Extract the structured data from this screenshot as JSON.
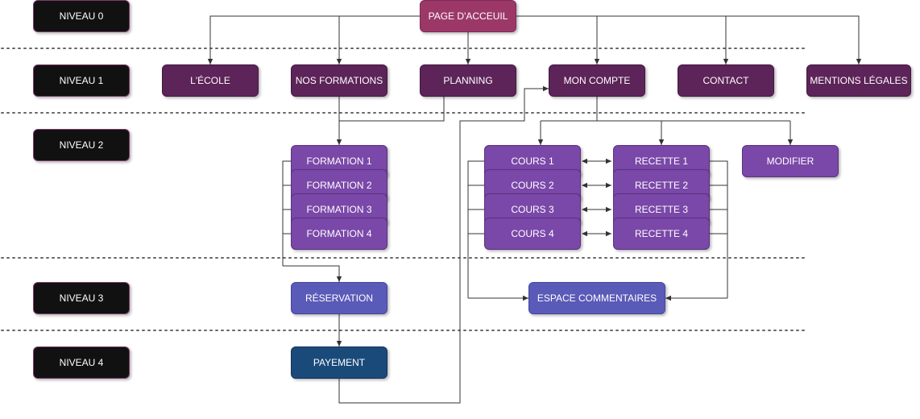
{
  "levels": [
    "NIVEAU 0",
    "NIVEAU 1",
    "NIVEAU 2",
    "NIVEAU 3",
    "NIVEAU 4"
  ],
  "home": "PAGE D'ACCEUIL",
  "level1": {
    "ecole": "L'ÉCOLE",
    "formations": "NOS FORMATIONS",
    "planning": "PLANNING",
    "compte": "MON COMPTE",
    "contact": "CONTACT",
    "mentions": "MENTIONS LÉGALES"
  },
  "formations": [
    "FORMATION 1",
    "FORMATION 2",
    "FORMATION 3",
    "FORMATION 4"
  ],
  "cours": [
    "COURS 1",
    "COURS 2",
    "COURS 3",
    "COURS 4"
  ],
  "recettes": [
    "RECETTE 1",
    "RECETTE 2",
    "RECETTE 3",
    "RECETTE 4"
  ],
  "modifier": "MODIFIER",
  "reservation": "RÉSERVATION",
  "commentaires": "ESPACE COMMENTAIRES",
  "payement": "PAYEMENT",
  "colors": {
    "home": "#9c3868",
    "level1": "#5c2458",
    "level2": "#7a48a8",
    "level3": "#5a5ab8",
    "level4": "#1a4a7a",
    "level_label": "#111111"
  }
}
